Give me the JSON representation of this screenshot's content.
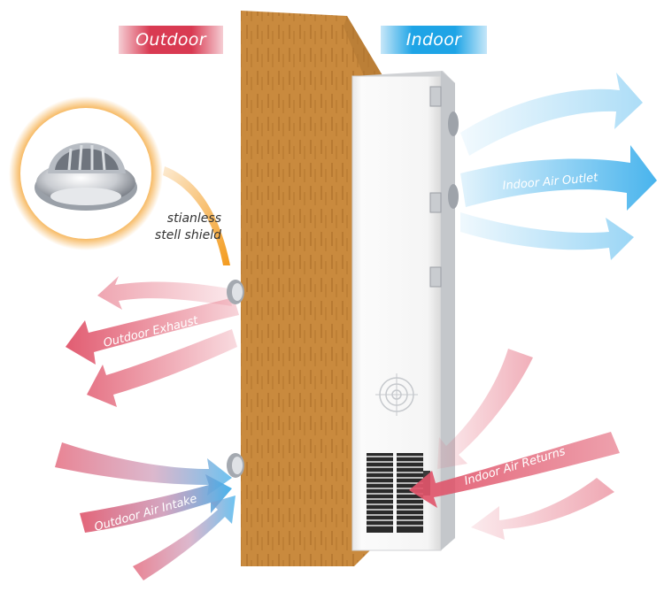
{
  "labels": {
    "outdoor": "Outdoor",
    "indoor": "Indoor",
    "shield_line1": "stianless",
    "shield_line2": "stell shield",
    "outdoor_exhaust": "Outdoor Exhaust",
    "outdoor_air_intake": "Outdoor Air Intake",
    "indoor_air_outlet": "Indoor Air Outlet",
    "indoor_air_returns": "Indoor Air Returns"
  },
  "colors": {
    "outdoor_red": "#d93a52",
    "indoor_blue": "#1ea4e6",
    "wall": "#c98a3e",
    "unit": "#f4f4f4",
    "shield_glow": "#f39a1c"
  }
}
